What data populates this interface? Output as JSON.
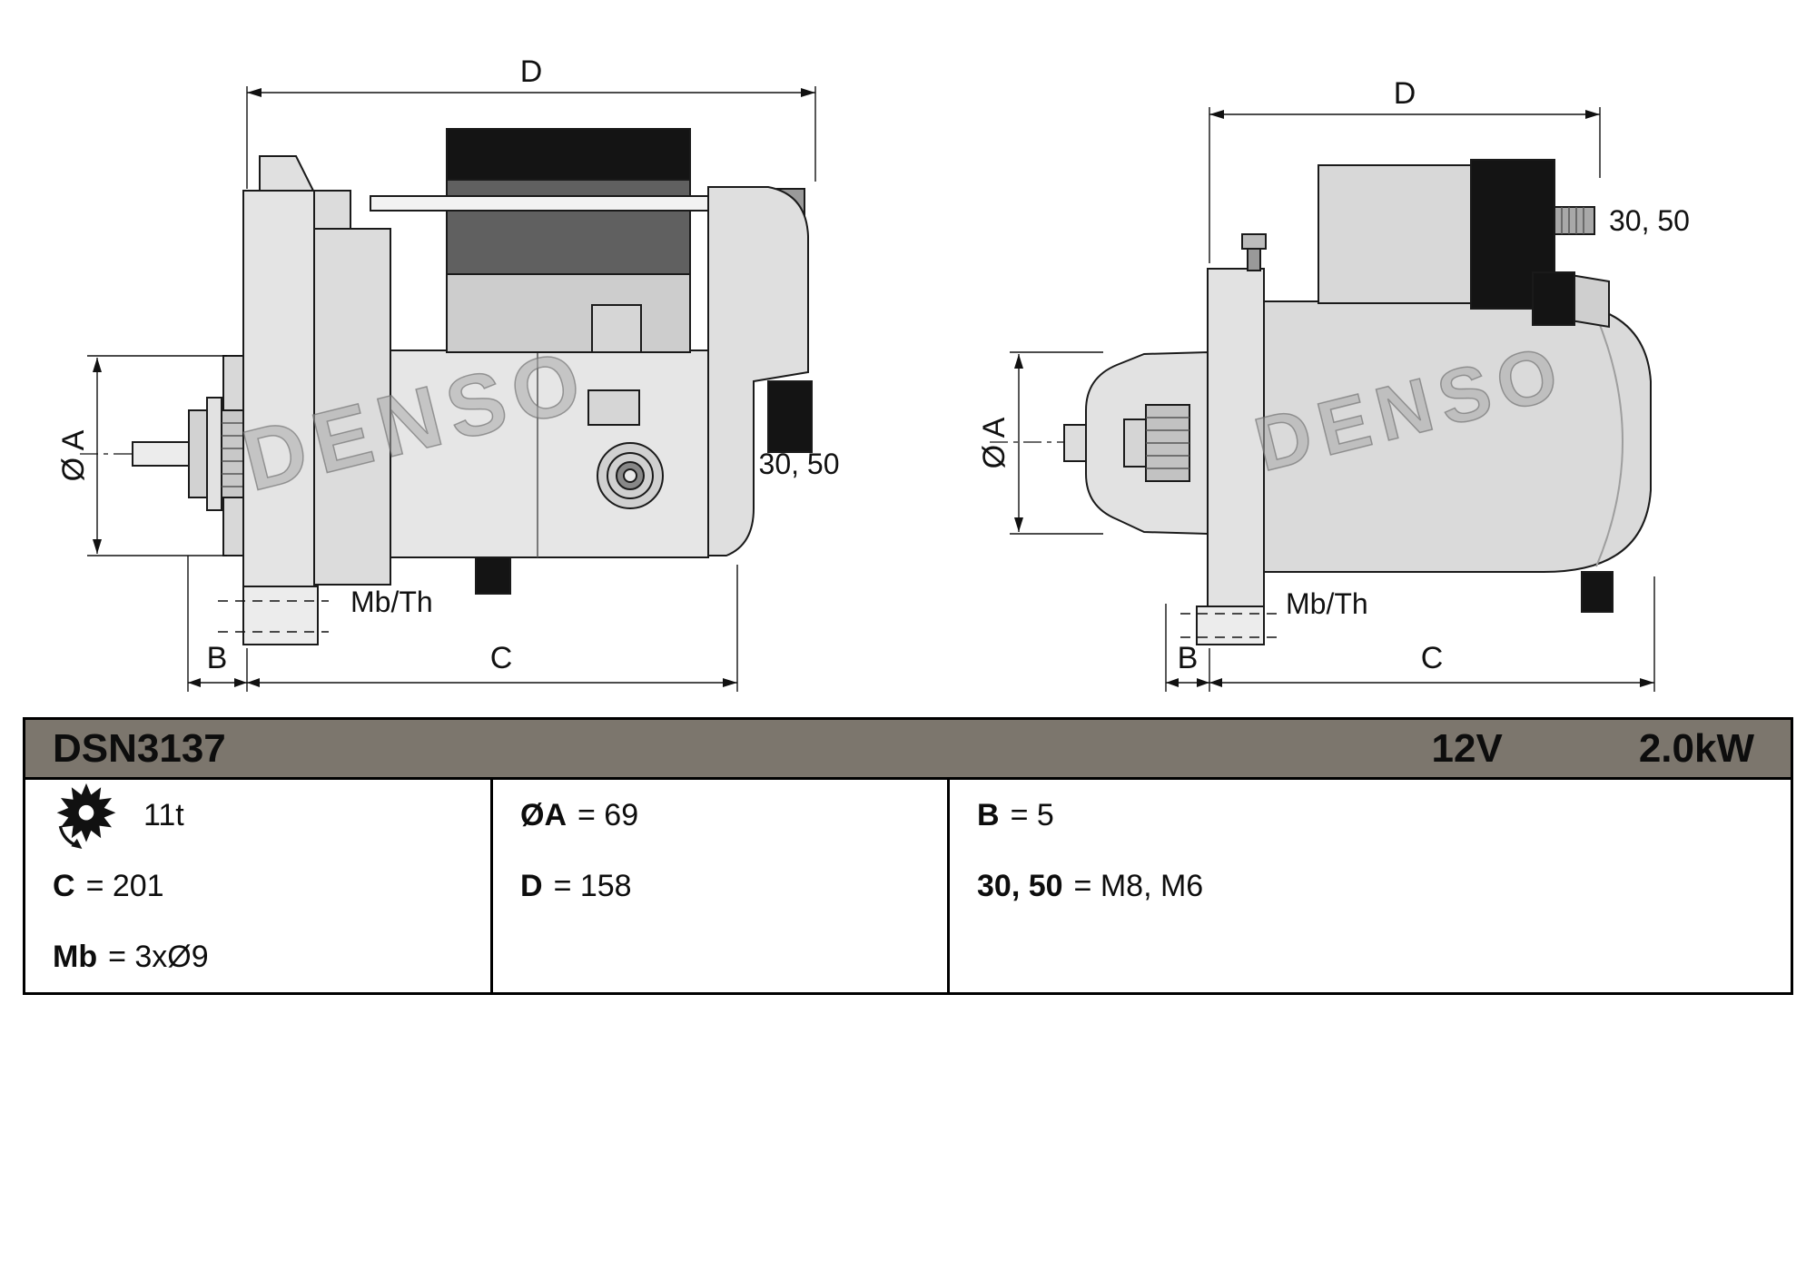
{
  "watermark": "DENSO",
  "views": {
    "left": {
      "dim_d": "D",
      "dim_a": "Ø A",
      "dim_b": "B",
      "dim_c": "C",
      "mb_th": "Mb/Th",
      "terminals": "30, 50"
    },
    "right": {
      "dim_d": "D",
      "dim_a": "Ø A",
      "dim_b": "B",
      "dim_c": "C",
      "mb_th": "Mb/Th",
      "terminals": "30, 50"
    }
  },
  "table": {
    "part_number": "DSN3137",
    "voltage": "12V",
    "power": "2.0kW",
    "rows": {
      "teeth": "11t",
      "c_label": "C",
      "c_value": "= 201",
      "mb_label": "Mb",
      "mb_value": "= 3xØ9",
      "a_label": "ØA",
      "a_value": "= 69",
      "d_label": "D",
      "d_value": "= 158",
      "b_label": "B",
      "b_value": "= 5",
      "t_label": "30, 50",
      "t_value": "= M8, M6"
    }
  },
  "colors": {
    "header_bg": "#7c766d",
    "line": "#111111",
    "body_fill": "#e3e3e3",
    "dark_fill": "#141414"
  }
}
